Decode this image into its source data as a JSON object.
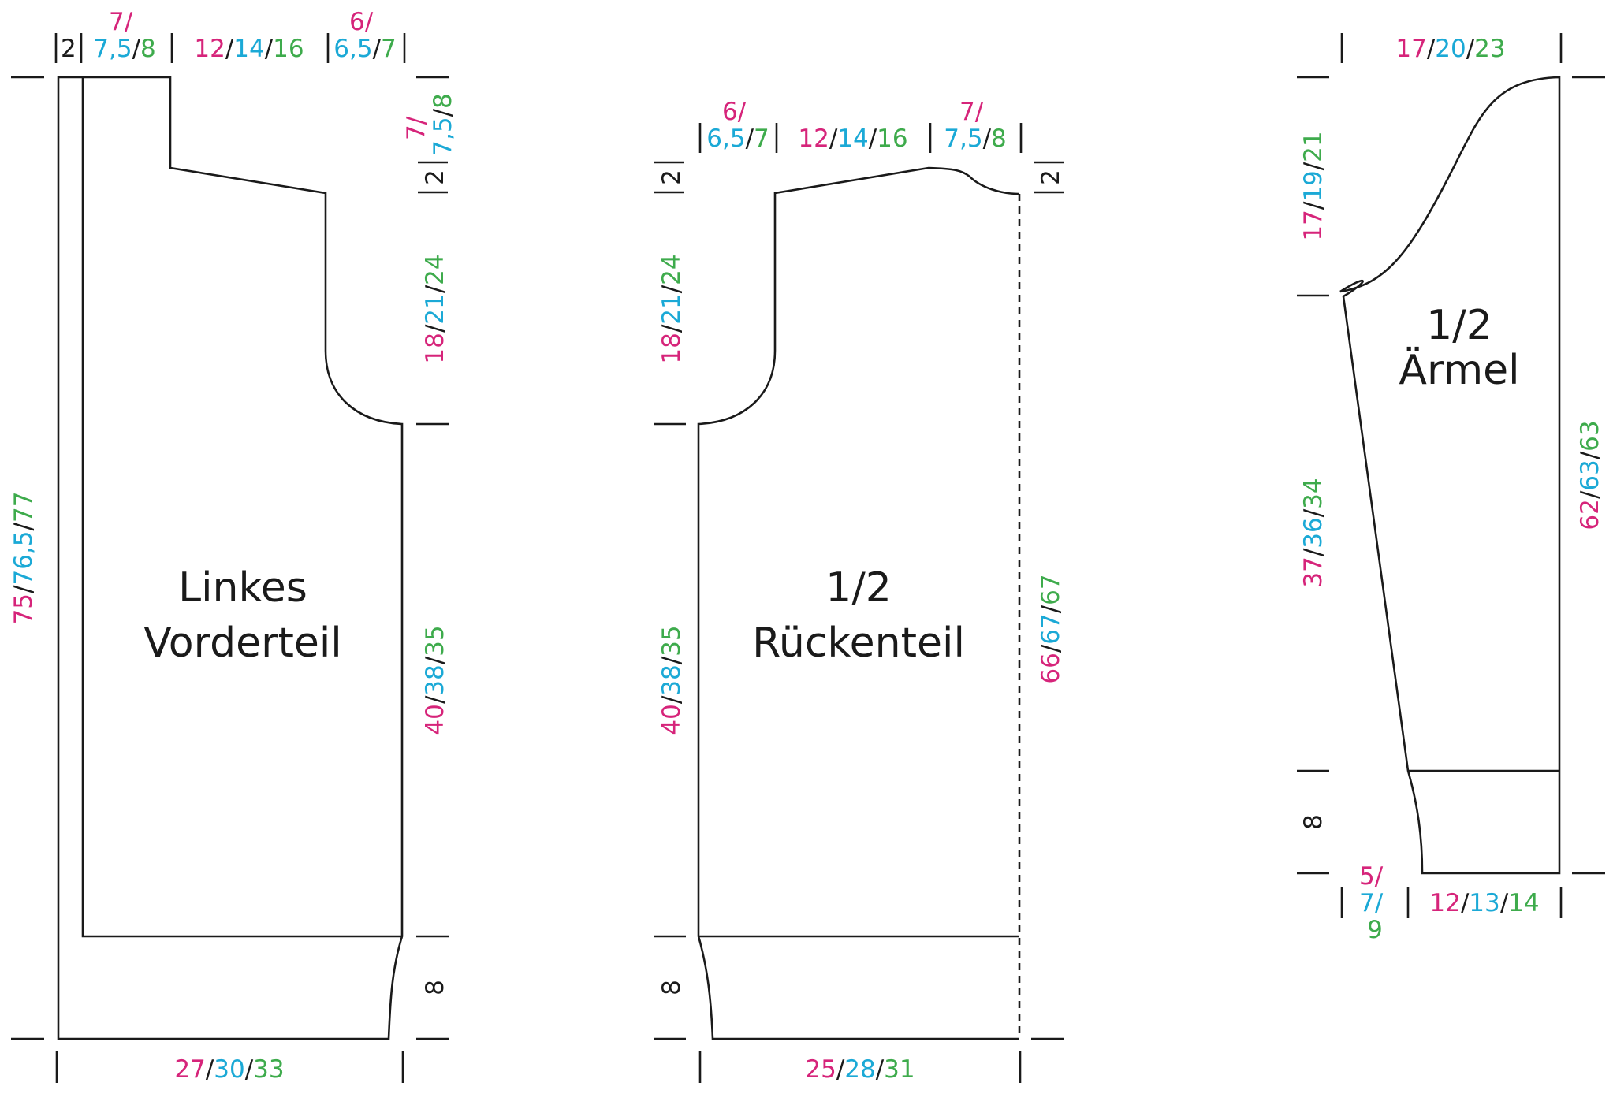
{
  "colors": {
    "size_1": "#d6247a",
    "size_2": "#1ba9d6",
    "size_3": "#3eab4c",
    "lines": "#1a1a1a"
  },
  "pieces": {
    "front": {
      "title_line1": "Linkes",
      "title_line2": "Vorderteil"
    },
    "back": {
      "title_line1": "1/2",
      "title_line2": "Rückenteil"
    },
    "sleeve": {
      "title_line1": "1/2",
      "title_line2": "Ärmel"
    }
  },
  "front_dims": {
    "band": "2",
    "neck_w": {
      "a": "7/",
      "b": "7,5",
      "c": "8"
    },
    "shoulder_w": {
      "a": "12",
      "b": "14",
      "c": "16"
    },
    "armhole_w": {
      "a": "6/",
      "b": "6,5",
      "c": "7"
    },
    "neck_depth": {
      "a": "7/",
      "b": "7,5",
      "c": "8"
    },
    "shoulder_slope": "2",
    "armhole_h": {
      "a": "18",
      "b": "21",
      "c": "24"
    },
    "body_h": {
      "a": "40",
      "b": "38",
      "c": "35"
    },
    "rib": "8",
    "total_h": {
      "a": "75",
      "b": "76,5",
      "c": "77"
    },
    "width": {
      "a": "27",
      "b": "30",
      "c": "33"
    }
  },
  "back_dims": {
    "armhole_w": {
      "a": "6/",
      "b": "6,5",
      "c": "7"
    },
    "shoulder_w": {
      "a": "12",
      "b": "14",
      "c": "16"
    },
    "neck_w": {
      "a": "7/",
      "b": "7,5",
      "c": "8"
    },
    "shoulder_slope": "2",
    "neck_rise": "2",
    "armhole_h": {
      "a": "18",
      "b": "21",
      "c": "24"
    },
    "body_h": {
      "a": "40",
      "b": "38",
      "c": "35"
    },
    "rib": "8",
    "total_h": {
      "a": "66",
      "b": "67",
      "c": "67"
    },
    "width": {
      "a": "25",
      "b": "28",
      "c": "31"
    }
  },
  "sleeve_dims": {
    "top_w": {
      "a": "17",
      "b": "20",
      "c": "23"
    },
    "cap_h": {
      "a": "17",
      "b": "19",
      "c": "21"
    },
    "arm_h": {
      "a": "37",
      "b": "36",
      "c": "34"
    },
    "cuff": "8",
    "total_h": {
      "a": "62",
      "b": "63",
      "c": "63"
    },
    "cuff_offset": {
      "a": "5/",
      "b": "7/",
      "c": "9"
    },
    "cuff_w": {
      "a": "12",
      "b": "13",
      "c": "14"
    }
  }
}
